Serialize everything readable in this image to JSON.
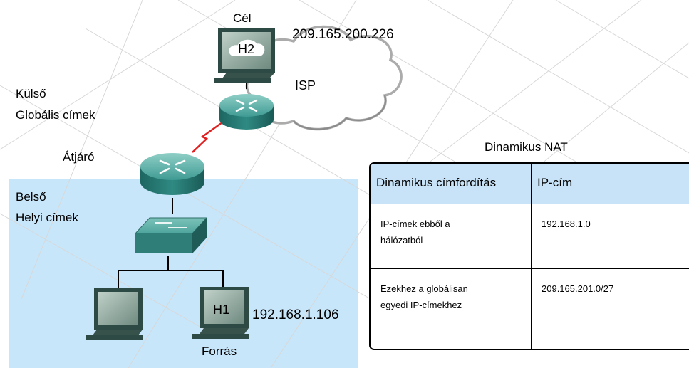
{
  "labels": {
    "destination": "Cél",
    "h2": "H2",
    "dest_ip": "209.165.200.226",
    "isp": "ISP",
    "outside_line1": "Külső",
    "outside_line2": "Globális címek",
    "gateway": "Átjáró",
    "inside_line1": "Belső",
    "inside_line2": "Helyi címek",
    "h1": "H1",
    "source_ip": "192.168.1.106",
    "source": "Forrás"
  },
  "table": {
    "title": "Dinamikus NAT",
    "header": [
      "Dinamikus címfordítás",
      "IP-cím"
    ],
    "rows": [
      {
        "desc_line1": "IP-címek ebből a",
        "desc_line2": "hálózatból",
        "value": "192.168.1.0"
      },
      {
        "desc_line1": "Ezekhez a globálisan",
        "desc_line2": "egyedi IP-címekhez",
        "value": "209.165.201.0/27"
      }
    ]
  },
  "colors": {
    "inside_zone": "#c8e6fa",
    "table_header": "#c8e3f7",
    "serial_link": "#e02020",
    "router": "#2e8a84",
    "monitor": "#9aaea4"
  }
}
